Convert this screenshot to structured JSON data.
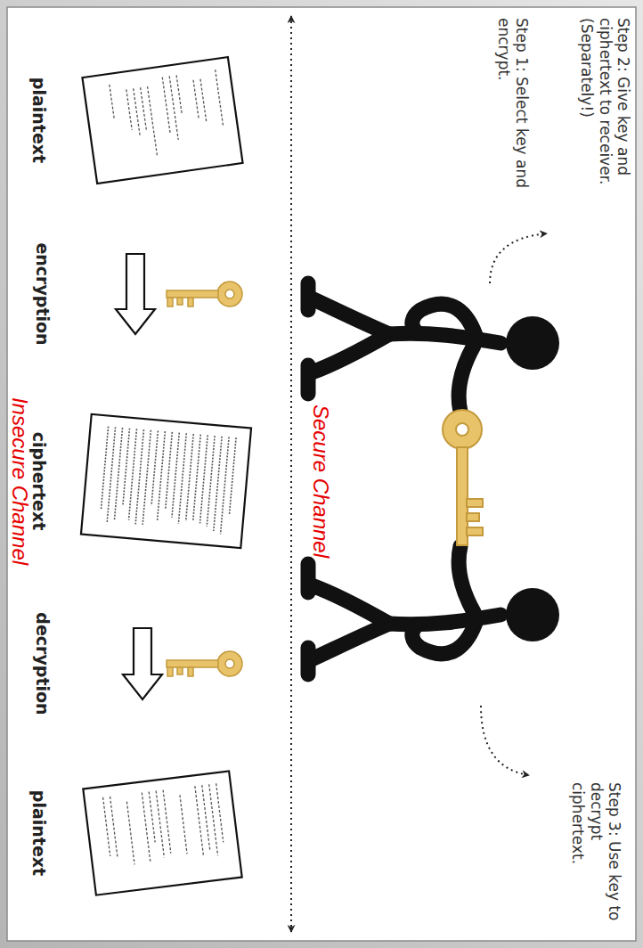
{
  "diagram": {
    "nodes": [
      {
        "text": [
          "plaintext"
        ]
      },
      {
        "text": [
          "ciphertext"
        ]
      },
      {
        "text": [
          "plaintext"
        ]
      }
    ],
    "edges": [
      {
        "from": 0,
        "to": 1,
        "arrow": "to",
        "label": "encryption"
      },
      {
        "from": 1,
        "to": 2,
        "arrow": "to",
        "label": "decryption"
      }
    ],
    "labels": [
      "Step 2: Give key and ciphertext to receiver. (Separately!)",
      "Step 1: Select key and encrypt.",
      "Step 3: Use key to decrypt ciphertext.",
      "Secure Channel",
      "Insecure Channel"
    ]
  }
}
